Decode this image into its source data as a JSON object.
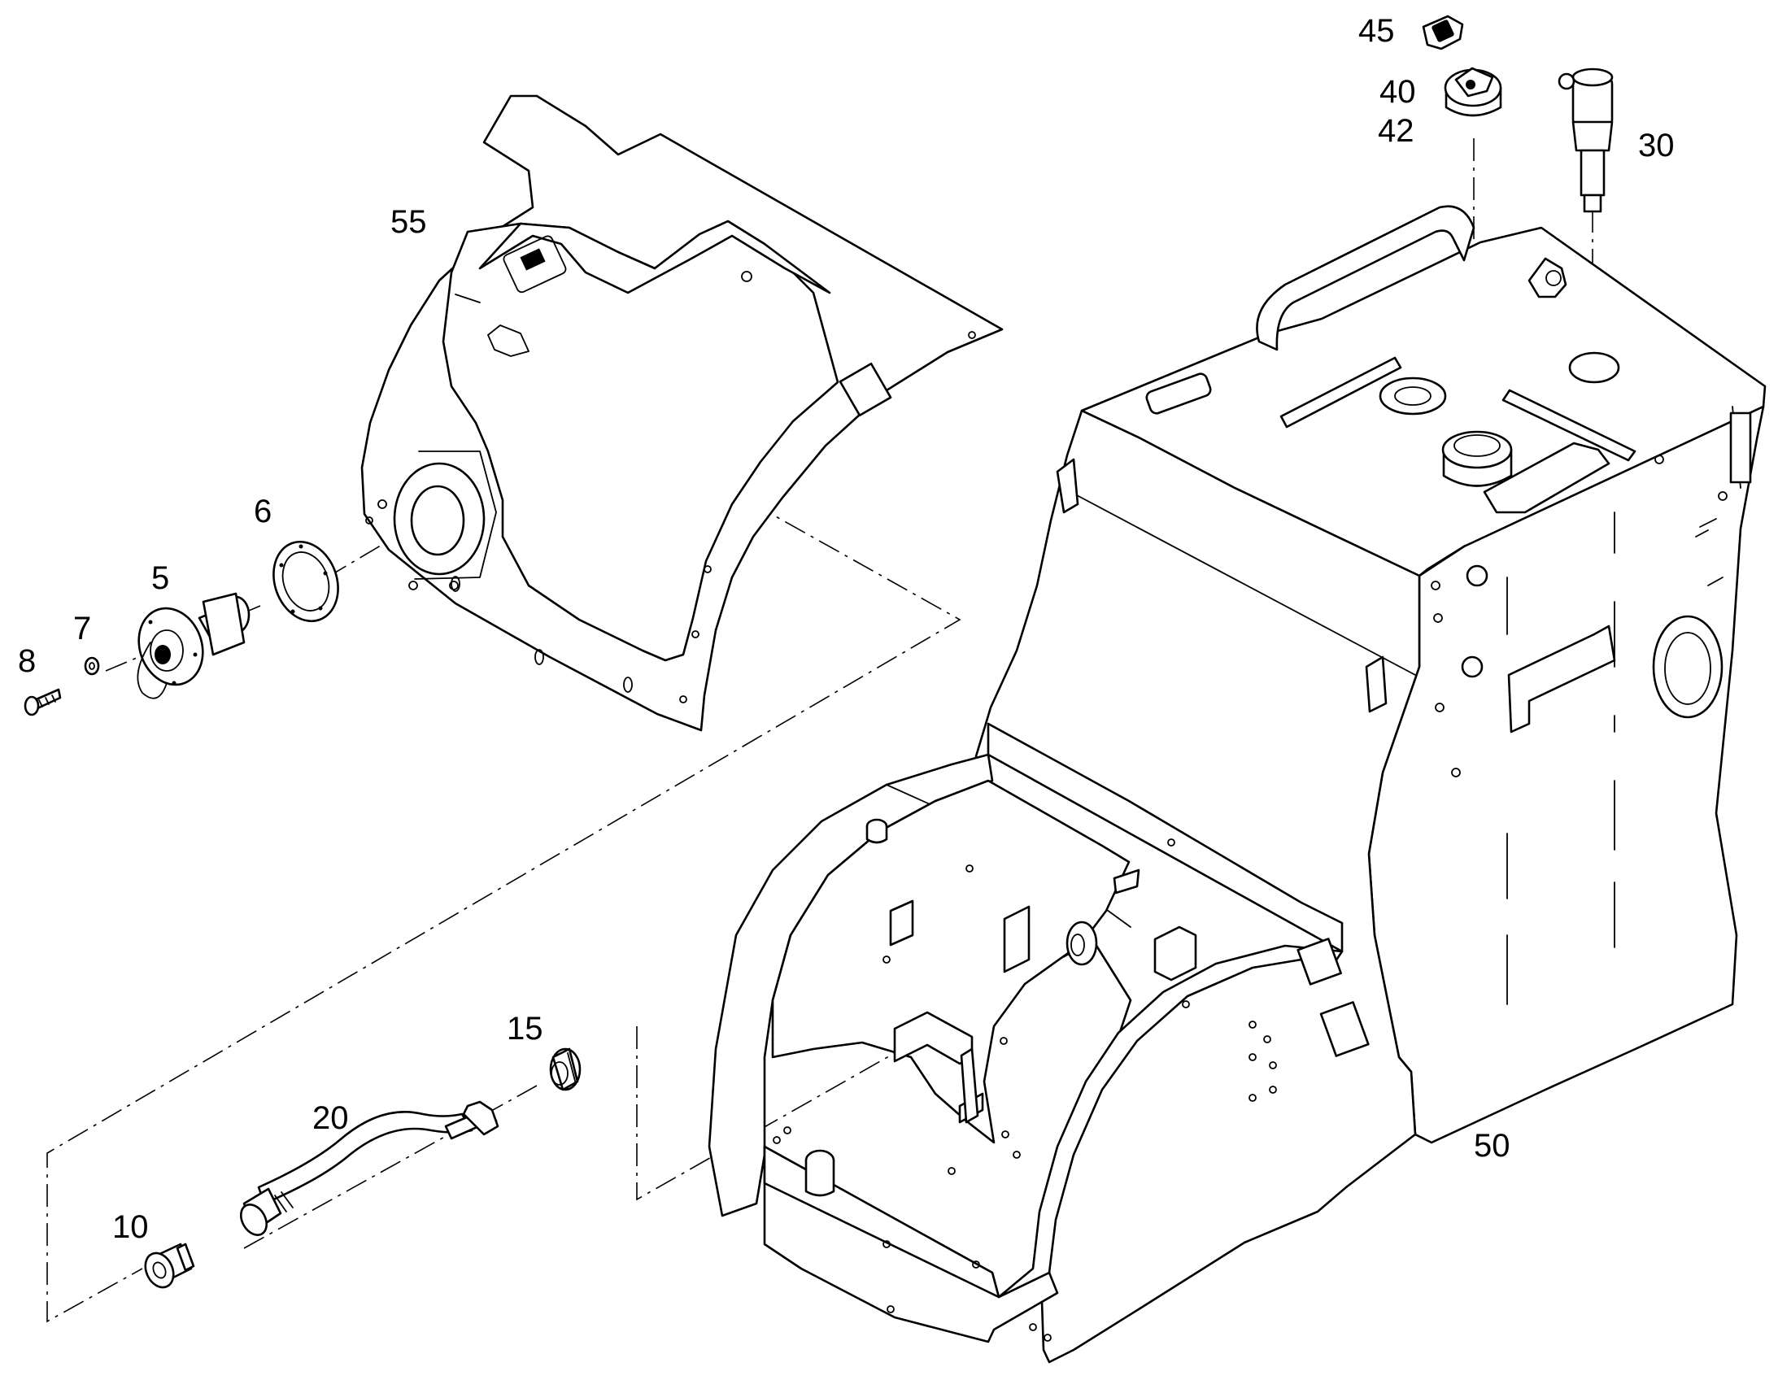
{
  "diagram": {
    "callouts": [
      {
        "id": "c45",
        "text": "45"
      },
      {
        "id": "c40",
        "text": "40"
      },
      {
        "id": "c42",
        "text": "42"
      },
      {
        "id": "c30",
        "text": "30"
      },
      {
        "id": "c55",
        "text": "55"
      },
      {
        "id": "c6",
        "text": "6"
      },
      {
        "id": "c5",
        "text": "5"
      },
      {
        "id": "c7",
        "text": "7"
      },
      {
        "id": "c8",
        "text": "8"
      },
      {
        "id": "c15",
        "text": "15"
      },
      {
        "id": "c20",
        "text": "20"
      },
      {
        "id": "c10",
        "text": "10"
      },
      {
        "id": "c50",
        "text": "50"
      }
    ],
    "colors": {
      "line": "#000000",
      "background": "#ffffff"
    }
  }
}
